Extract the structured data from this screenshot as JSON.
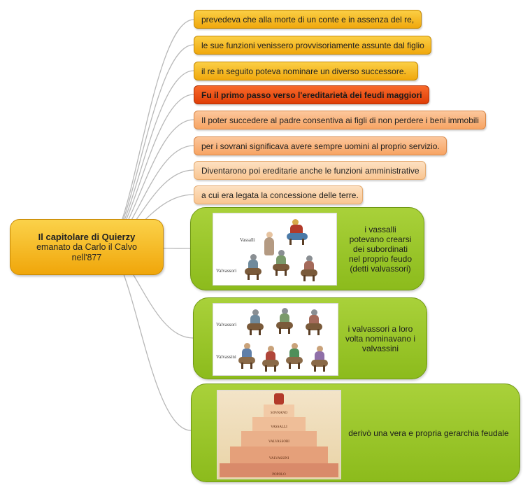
{
  "root": {
    "title": "Il capitolare di Quierzy",
    "line2": "emanato da Carlo il Calvo",
    "line3": "nell'877"
  },
  "nodes": [
    {
      "text": "prevedeva che alla morte di un conte e in assenza del re,",
      "style": "yellow"
    },
    {
      "text": "le sue funzioni venissero provvisoriamente assunte dal figlio",
      "style": "yellow"
    },
    {
      "text": "il  re in seguito  poteva nominare un diverso successore.",
      "style": "yellow"
    },
    {
      "text": "Fu il primo passo verso l'ereditarietà dei feudi  maggiori",
      "style": "red"
    },
    {
      "text": "Il poter succedere al padre consentiva ai figli di non perdere i beni immobili",
      "style": "orange"
    },
    {
      "text": "per i sovrani significava avere sempre uomini al proprio servizio.",
      "style": "orange"
    },
    {
      "text": "Diventarono poi ereditarie anche le funzioni amministrative",
      "style": "peach"
    },
    {
      "text": "a cui era legata la concessione delle terre.",
      "style": "peach"
    }
  ],
  "cards": [
    {
      "lines": [
        "i vassalli",
        "potevano crearsi",
        "dei subordinati",
        "nel proprio feudo",
        "(detti valvassori)"
      ],
      "image_labels": [
        "Vassalli",
        "Valvassori"
      ]
    },
    {
      "lines": [
        "i valvassori a loro",
        "volta nominavano i",
        "valvassini"
      ],
      "image_labels": [
        "Valvassori",
        "Valvassini"
      ]
    },
    {
      "lines": [
        "derivò una vera e propria gerarchia feudale"
      ],
      "image_labels": [
        "SOVRANO",
        "VASSALLI",
        "VALVASSORI",
        "VALVASSINI",
        "POPOLO"
      ]
    }
  ],
  "colors": {
    "connector": "#b8b8b8",
    "root": "#f4b61c",
    "yellow_node": "#f5b41e",
    "red_node": "#ec5214",
    "orange_node": "#f9b57d",
    "peach_node": "#fbd3a8",
    "card": "#9cc92c"
  }
}
